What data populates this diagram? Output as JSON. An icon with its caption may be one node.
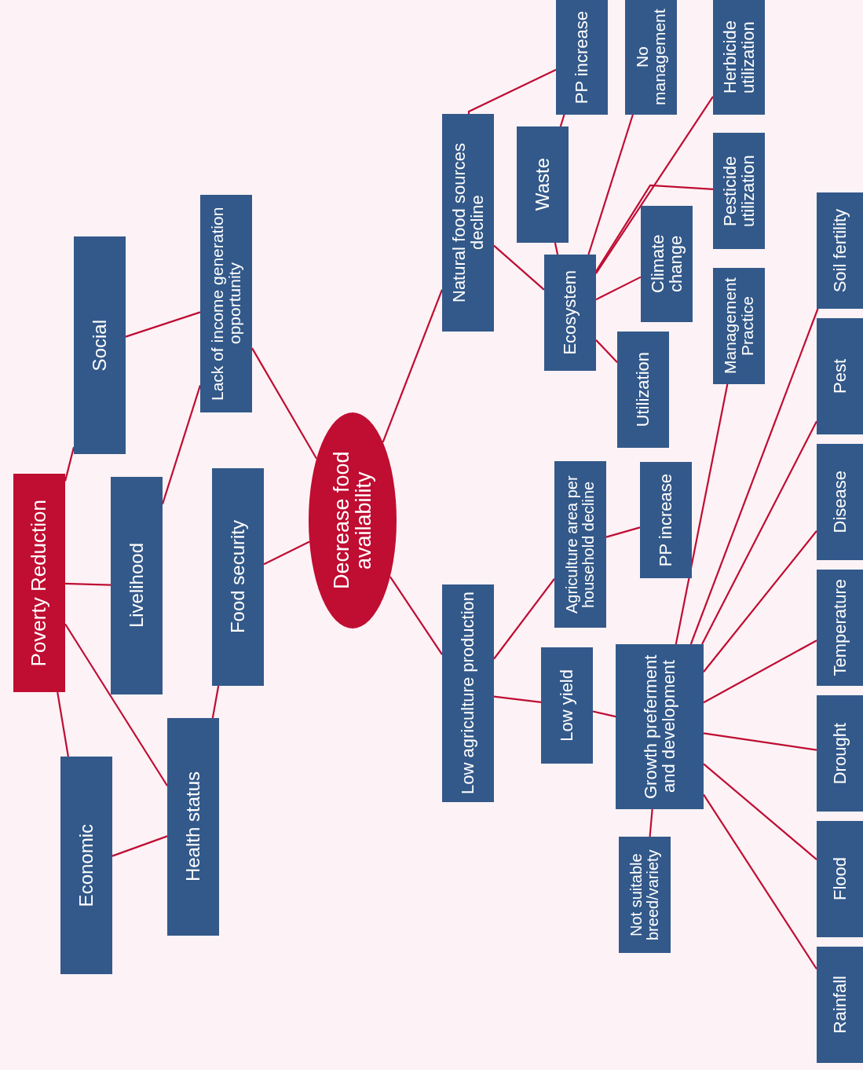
{
  "diagram": {
    "nodes": [
      {
        "text": [
          "Poverty Reduction"
        ]
      },
      {
        "text": [
          "Social"
        ]
      },
      {
        "text": [
          "Livelihood"
        ]
      },
      {
        "text": [
          "Economic"
        ]
      },
      {
        "text": [
          "Lack of income generation opportunity"
        ]
      },
      {
        "text": [
          "Food security"
        ]
      },
      {
        "text": [
          "Health status"
        ]
      },
      {
        "text": [
          "Decrease food availability"
        ]
      },
      {
        "text": [
          "Natural food sources decline"
        ]
      },
      {
        "text": [
          "Low agriculture production"
        ]
      },
      {
        "text": [
          "PP increase"
        ]
      },
      {
        "text": [
          "No management"
        ]
      },
      {
        "text": [
          "Herbicide utilization"
        ]
      },
      {
        "text": [
          "Waste"
        ]
      },
      {
        "text": [
          "Pesticide utilization"
        ]
      },
      {
        "text": [
          "Ecosystem"
        ]
      },
      {
        "text": [
          "Climate change"
        ]
      },
      {
        "text": [
          "Soil fertility"
        ]
      },
      {
        "text": [
          "Management Practice"
        ]
      },
      {
        "text": [
          "Utilization"
        ]
      },
      {
        "text": [
          "Pest"
        ]
      },
      {
        "text": [
          "Agriculture area per household decline"
        ]
      },
      {
        "text": [
          "PP increase"
        ]
      },
      {
        "text": [
          "Disease"
        ]
      },
      {
        "text": [
          "Low yield"
        ]
      },
      {
        "text": [
          "Growth preferment and development"
        ]
      },
      {
        "text": [
          "Temperature"
        ]
      },
      {
        "text": [
          "Drought"
        ]
      },
      {
        "text": [
          "Not suitable breed/variety"
        ]
      },
      {
        "text": [
          "Flood"
        ]
      },
      {
        "text": [
          "Rainfall"
        ]
      }
    ],
    "edges": [
      {
        "from": 0,
        "to": 1,
        "arrow": "none"
      },
      {
        "from": 0,
        "to": 2,
        "arrow": "none"
      },
      {
        "from": 0,
        "to": 3,
        "arrow": "none"
      },
      {
        "from": 0,
        "to": 6,
        "arrow": "none"
      },
      {
        "from": 3,
        "to": 6,
        "arrow": "none"
      },
      {
        "from": 1,
        "to": 4,
        "arrow": "none"
      },
      {
        "from": 2,
        "to": 4,
        "arrow": "none"
      },
      {
        "from": 4,
        "to": 7,
        "arrow": "none"
      },
      {
        "from": 5,
        "to": 7,
        "arrow": "none"
      },
      {
        "from": 5,
        "to": 6,
        "arrow": "none"
      },
      {
        "from": 7,
        "to": 8,
        "arrow": "none"
      },
      {
        "from": 7,
        "to": 9,
        "arrow": "none"
      },
      {
        "from": 8,
        "to": 10,
        "arrow": "none"
      },
      {
        "from": 8,
        "to": 15,
        "arrow": "none"
      },
      {
        "from": 13,
        "to": 10,
        "arrow": "none"
      },
      {
        "from": 15,
        "to": 13,
        "arrow": "none"
      },
      {
        "from": 15,
        "to": 11,
        "arrow": "none"
      },
      {
        "from": 15,
        "to": 12,
        "arrow": "none"
      },
      {
        "from": 15,
        "to": 14,
        "arrow": "none"
      },
      {
        "from": 15,
        "to": 16,
        "arrow": "none"
      },
      {
        "from": 15,
        "to": 19,
        "arrow": "none"
      },
      {
        "from": 9,
        "to": 21,
        "arrow": "none"
      },
      {
        "from": 21,
        "to": 22,
        "arrow": "none"
      },
      {
        "from": 9,
        "to": 24,
        "arrow": "none"
      },
      {
        "from": 24,
        "to": 25,
        "arrow": "none"
      },
      {
        "from": 25,
        "to": 28,
        "arrow": "none"
      },
      {
        "from": 25,
        "to": 18,
        "arrow": "none"
      },
      {
        "from": 25,
        "to": 17,
        "arrow": "none"
      },
      {
        "from": 25,
        "to": 20,
        "arrow": "none"
      },
      {
        "from": 25,
        "to": 23,
        "arrow": "none"
      },
      {
        "from": 25,
        "to": 26,
        "arrow": "none"
      },
      {
        "from": 25,
        "to": 27,
        "arrow": "none"
      },
      {
        "from": 25,
        "to": 29,
        "arrow": "none"
      },
      {
        "from": 25,
        "to": 30,
        "arrow": "none"
      }
    ]
  }
}
